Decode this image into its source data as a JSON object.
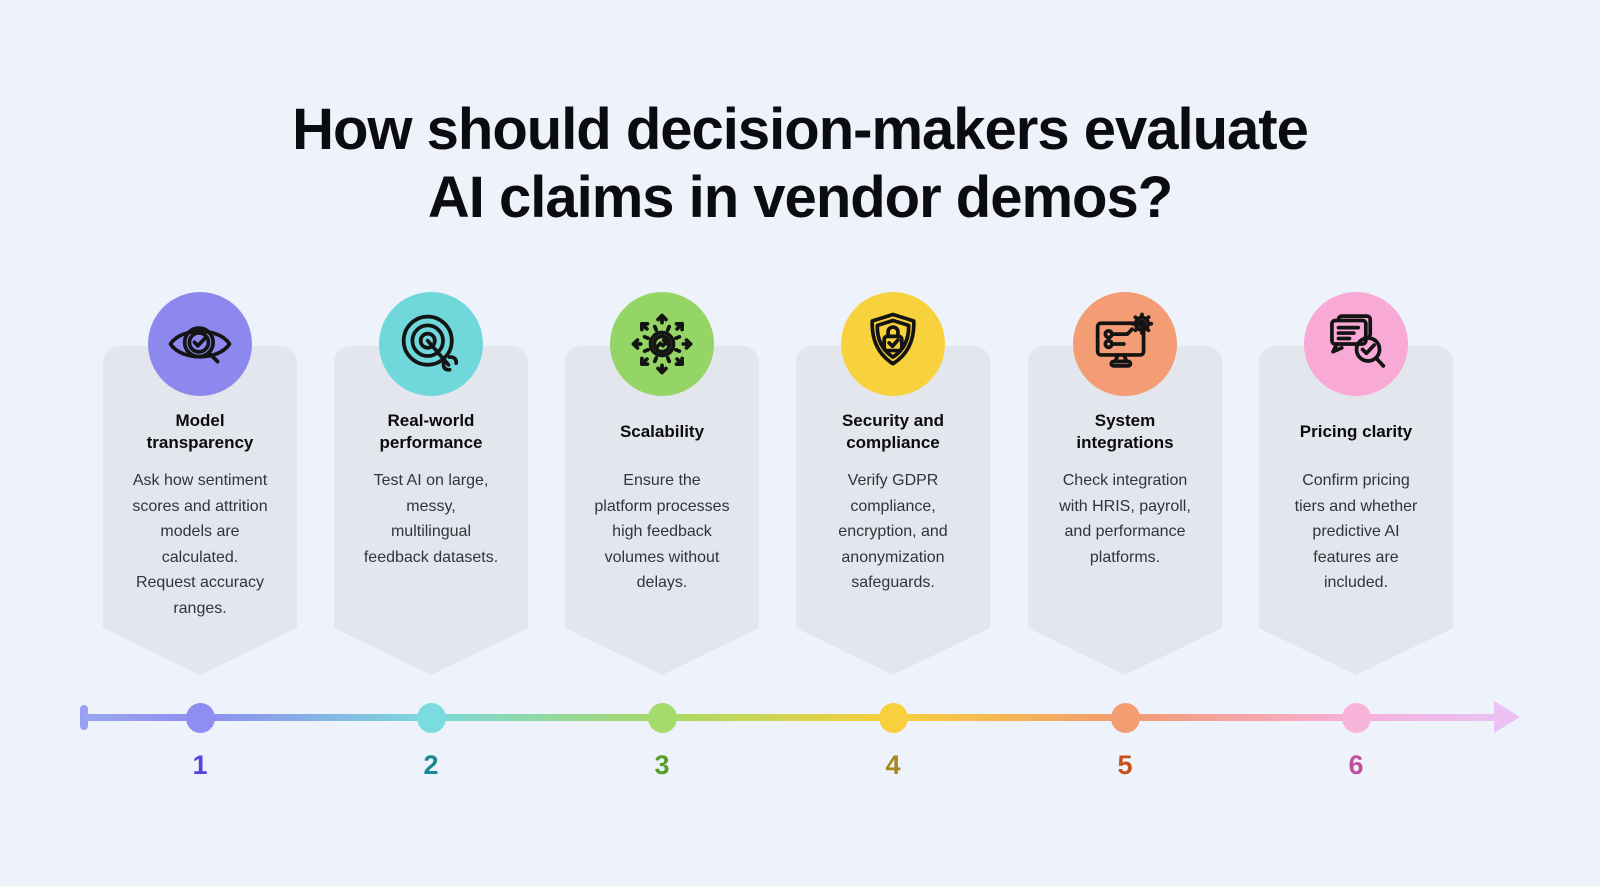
{
  "title": "How should decision-makers evaluate\nAI claims in vendor demos?",
  "palette": {
    "page_bg": "#EEF3FB",
    "card_bg": "#E3E6ED",
    "title_color": "#0B0B10",
    "body_color": "#33333B",
    "icon_stroke": "#141414"
  },
  "steps": [
    {
      "number": "1",
      "title": "Model\ntransparency",
      "body": "Ask how sentiment\nscores and attrition\nmodels are\ncalculated.\nRequest accuracy\nranges.",
      "icon": "eye-magnifier-icon",
      "circle_color": "#8C88EE",
      "dot_color": "#8F8DF1",
      "number_color": "#5B41E3"
    },
    {
      "number": "2",
      "title": "Real-world\nperformance",
      "body": "Test AI on large,\nmessy,\nmultilingual\nfeedback datasets.",
      "icon": "target-dart-icon",
      "circle_color": "#70D7DB",
      "dot_color": "#7ADCDF",
      "number_color": "#17898F"
    },
    {
      "number": "3",
      "title": "Scalability",
      "body": "Ensure the\nplatform processes\nhigh feedback\nvolumes without\ndelays.",
      "icon": "gear-expand-arrows-icon",
      "circle_color": "#95D565",
      "dot_color": "#A4DB6C",
      "number_color": "#539F2A"
    },
    {
      "number": "4",
      "title": "Security and\ncompliance",
      "body": "Verify GDPR\ncompliance,\nencryption, and\nanonymization\nsafeguards.",
      "icon": "shield-lock-icon",
      "circle_color": "#F8D23D",
      "dot_color": "#F8CF3D",
      "number_color": "#A5891B"
    },
    {
      "number": "5",
      "title": "System\nintegrations",
      "body": "Check integration\nwith HRIS, payroll,\nand performance\nplatforms.",
      "icon": "monitor-gear-icon",
      "circle_color": "#F49C73",
      "dot_color": "#F49C72",
      "number_color": "#C8511B"
    },
    {
      "number": "6",
      "title": "Pricing clarity",
      "body": "Confirm pricing\ntiers and whether\npredictive AI\nfeatures are\nincluded.",
      "icon": "chat-magnifier-icon",
      "circle_color": "#F9A9D5",
      "dot_color": "#F8B3DA",
      "number_color": "#C0509E"
    }
  ],
  "timeline": {
    "cap_color": "#9A9EF0",
    "arrow_color": "#EDC0F4",
    "gradient": [
      "#9AA7EF 0%",
      "#8F8DF0 8.2%",
      "#7CD9DB 24.5%",
      "#A8D968 40.8%",
      "#F7CF3C 57.1%",
      "#F29B6F 73.5%",
      "#F7B0DA 89.8%",
      "#E9C2F4 100%"
    ]
  }
}
